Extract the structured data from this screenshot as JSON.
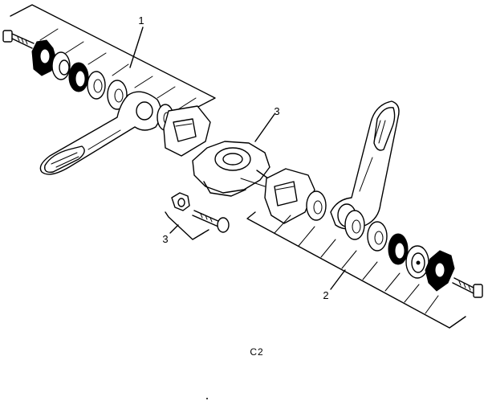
{
  "diagram": {
    "callouts": [
      {
        "id": "callout-1",
        "label": "1"
      },
      {
        "id": "callout-2",
        "label": "2"
      },
      {
        "id": "callout-3-center",
        "label": "3"
      },
      {
        "id": "callout-3-lower",
        "label": "3"
      }
    ],
    "figure_code": "C2",
    "colors": {
      "ink": "#000000",
      "paper": "#ffffff"
    }
  }
}
